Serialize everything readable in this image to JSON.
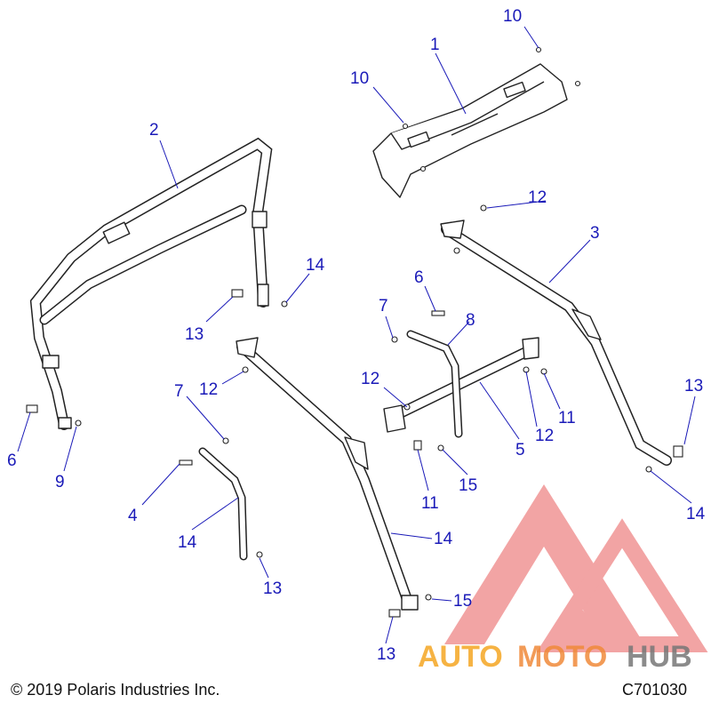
{
  "colors": {
    "callout": "#1a1ab8",
    "line": "#222222",
    "watermark_red": "#e85a5a",
    "watermark_orange": "#f5a623",
    "watermark_gray": "#777777"
  },
  "callouts": [
    {
      "id": "c1",
      "label": "1"
    },
    {
      "id": "c10a",
      "label": "10"
    },
    {
      "id": "c10b",
      "label": "10"
    },
    {
      "id": "c2",
      "label": "2"
    },
    {
      "id": "c12a",
      "label": "12"
    },
    {
      "id": "c3",
      "label": "3"
    },
    {
      "id": "c14a",
      "label": "14"
    },
    {
      "id": "c13a",
      "label": "13"
    },
    {
      "id": "c6a",
      "label": "6"
    },
    {
      "id": "c7a",
      "label": "7"
    },
    {
      "id": "c8",
      "label": "8"
    },
    {
      "id": "c12b",
      "label": "12"
    },
    {
      "id": "c7b",
      "label": "7"
    },
    {
      "id": "c12c",
      "label": "12"
    },
    {
      "id": "c11a",
      "label": "11"
    },
    {
      "id": "c12d",
      "label": "12"
    },
    {
      "id": "c5",
      "label": "5"
    },
    {
      "id": "c13b",
      "label": "13"
    },
    {
      "id": "c14b",
      "label": "14"
    },
    {
      "id": "c15a",
      "label": "15"
    },
    {
      "id": "c11b",
      "label": "11"
    },
    {
      "id": "c6b",
      "label": "6"
    },
    {
      "id": "c9",
      "label": "9"
    },
    {
      "id": "c4",
      "label": "4"
    },
    {
      "id": "c14c",
      "label": "14"
    },
    {
      "id": "c14d",
      "label": "14"
    },
    {
      "id": "c15b",
      "label": "15"
    },
    {
      "id": "c13c",
      "label": "13"
    },
    {
      "id": "c13d",
      "label": "13"
    }
  ],
  "footer": {
    "copyright": "© 2019 Polaris Industries Inc.",
    "code": "C701030"
  },
  "watermark": {
    "part1": "AUTO",
    "part2": "MOTO",
    "part3": "HUB"
  }
}
